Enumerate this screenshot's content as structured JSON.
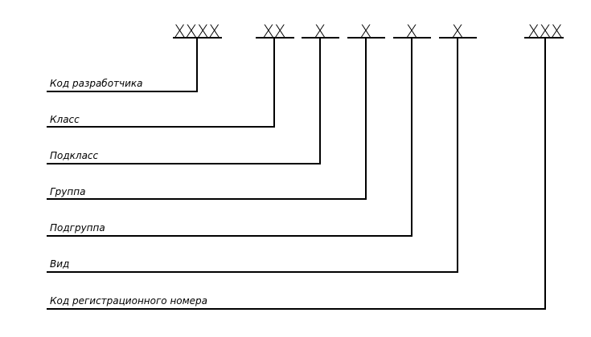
{
  "code_groups": [
    {
      "text": "XXXX",
      "label": "Код разработчика"
    },
    {
      "text": "XX",
      "label": "Класс"
    },
    {
      "text": "X",
      "label": "Подкласс"
    },
    {
      "text": "X",
      "label": "Группа"
    },
    {
      "text": "X",
      "label": "Подгруппа"
    },
    {
      "text": "X",
      "label": "Вид"
    },
    {
      "text": "XXX",
      "label": "Код регистрационного номера"
    }
  ]
}
